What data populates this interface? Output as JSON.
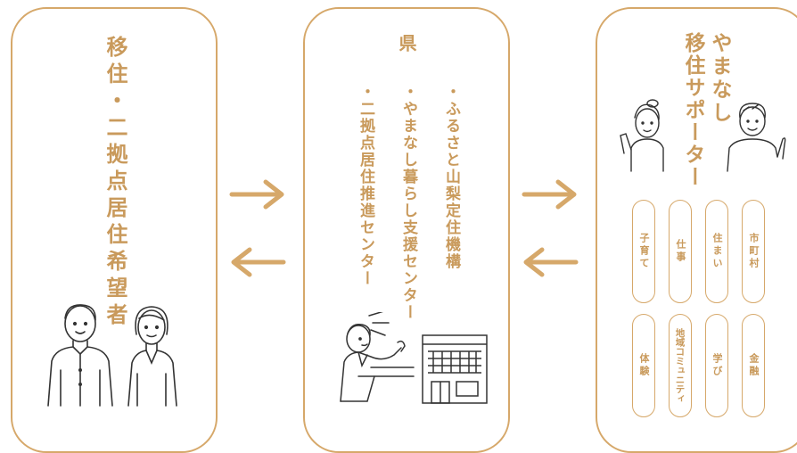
{
  "panels": {
    "left": {
      "title": "移住・二拠点居住希望者"
    },
    "center": {
      "title": "県",
      "items": [
        "・ふるさと山梨定住機構",
        "・やまなし暮らし支援センター",
        "・二拠点居住推進センター"
      ]
    },
    "right": {
      "title_line1": "やまなし",
      "title_line2": "移住サポーター",
      "pills_row1": [
        "市町村",
        "住まい",
        "仕事",
        "子育て"
      ],
      "pills_row2": [
        "金融",
        "学び",
        "地域コミュニティ",
        "体験"
      ]
    }
  },
  "colors": {
    "accent": "#c99a5c",
    "border": "#d6a86a",
    "arrow": "#d6a86a"
  },
  "icons": [
    "arrow-right-icon",
    "arrow-left-icon",
    "people-illustration",
    "staff-illustration",
    "building-illustration"
  ]
}
